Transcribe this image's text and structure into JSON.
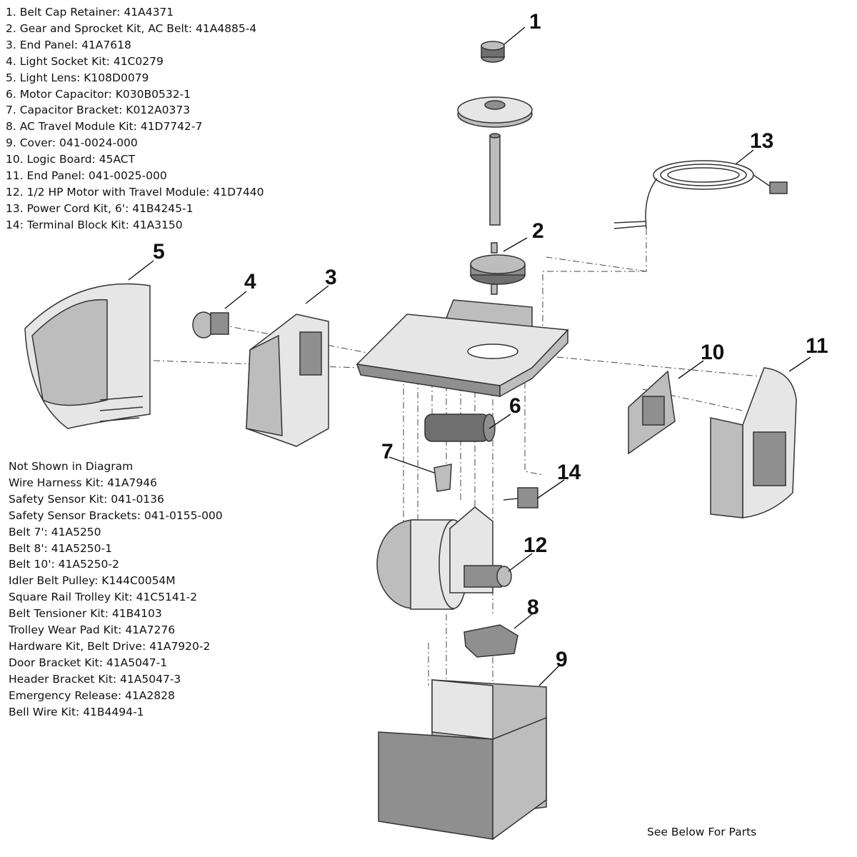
{
  "parts_list": [
    "1. Belt Cap Retainer: 41A4371",
    "2. Gear and Sprocket Kit, AC Belt: 41A4885-4",
    "3. End Panel: 41A7618",
    "4. Light Socket Kit: 41C0279",
    "5. Light Lens: K108D0079",
    "6. Motor Capacitor: K030B0532-1",
    "7. Capacitor Bracket: K012A0373",
    "8. AC Travel Module Kit: 41D7742-7",
    "9. Cover: 041-0024-000",
    "10. Logic Board: 45ACT",
    "11. End Panel: 041-0025-000",
    "12. 1/2 HP Motor with Travel Module: 41D7440",
    "13. Power Cord Kit, 6': 41B4245-1",
    "14: Terminal Block Kit: 41A3150"
  ],
  "not_shown": {
    "heading": "Not Shown in Diagram",
    "items": [
      "Wire Harness Kit: 41A7946",
      "Safety Sensor Kit: 041-0136",
      "Safety Sensor Brackets: 041-0155-000",
      "Belt 7': 41A5250",
      "Belt 8': 41A5250-1",
      "Belt 10': 41A5250-2",
      "Idler Belt Pulley: K144C0054M",
      "Square Rail Trolley Kit: 41C5141-2",
      "Belt Tensioner Kit: 41B4103",
      "Trolley Wear Pad Kit: 41A7276",
      "Hardware Kit, Belt Drive: 41A7920-2",
      "Door Bracket Kit: 41A5047-1",
      "Header Bracket Kit: 41A5047-3",
      "Emergency Release: 41A2828",
      "Bell Wire Kit: 41B4494-1"
    ]
  },
  "footer": "See Below For Parts",
  "callouts": {
    "c1": "1",
    "c2": "2",
    "c3": "3",
    "c4": "4",
    "c5": "5",
    "c6": "6",
    "c7": "7",
    "c8": "8",
    "c9": "9",
    "c10": "10",
    "c11": "11",
    "c12": "12",
    "c13": "13",
    "c14": "14"
  }
}
